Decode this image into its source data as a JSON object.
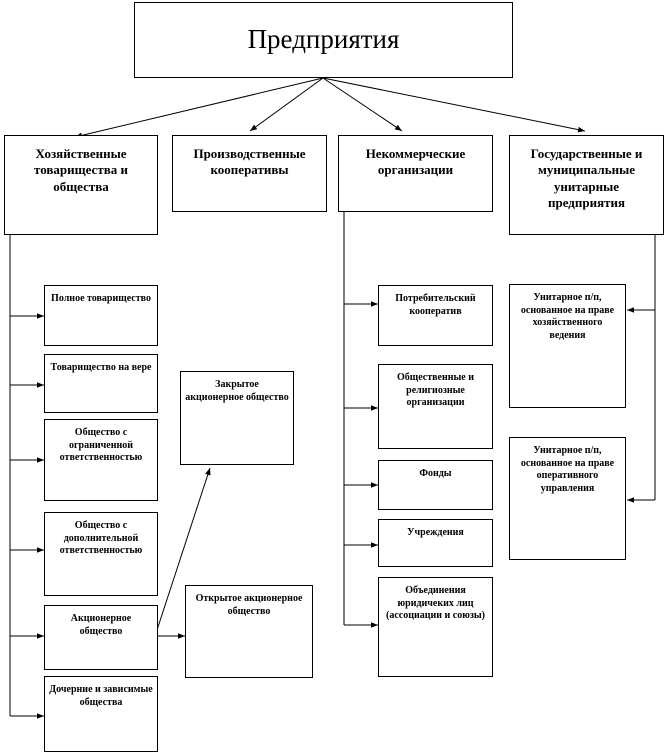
{
  "root": {
    "label": "Предприятия"
  },
  "categories": [
    {
      "label": "Хозяйственные товарищества и общества"
    },
    {
      "label": "Производственные кооперативы"
    },
    {
      "label": "Некоммерческие организации"
    },
    {
      "label": "Государственные и муниципальные унитарные предприятия"
    }
  ],
  "business_forms": [
    {
      "label": "Полное товарищество"
    },
    {
      "label": "Товарищество на вере"
    },
    {
      "label": "Общество с ограниченной ответственностью"
    },
    {
      "label": "Общество с дополнительной ответственностью"
    },
    {
      "label": "Акционерное общество"
    },
    {
      "label": "Дочерние и зависимые общества"
    }
  ],
  "joint_stock": [
    {
      "label": "Закрытое акционерное общество"
    },
    {
      "label": "Открытое акционерное общество"
    }
  ],
  "nonprofit_forms": [
    {
      "label": "Потребительский кооператив"
    },
    {
      "label": "Общественные и религиозные организации"
    },
    {
      "label": "Фонды"
    },
    {
      "label": "Учреждения"
    },
    {
      "label": "Объединения юридичеких лиц (ассоциации и союзы)"
    }
  ],
  "unitary_forms": [
    {
      "label": "Унитарное п/п, основанное на праве хозяйственного ведения"
    },
    {
      "label": "Унитарное п/п, основанное на праве оперативного управления"
    }
  ]
}
